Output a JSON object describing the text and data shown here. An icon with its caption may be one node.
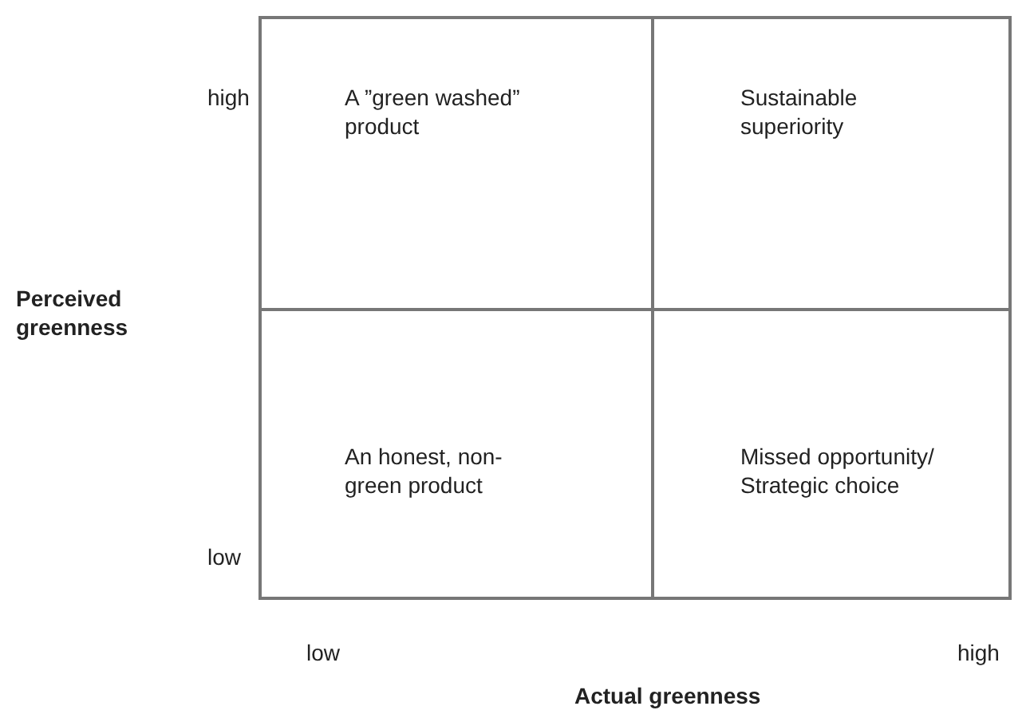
{
  "diagram": {
    "nodes": [
      {
        "text": [
          "A ”green washed” product"
        ]
      },
      {
        "text": [
          "Sustainable superiority"
        ]
      },
      {
        "text": [
          "An honest, non-green product"
        ]
      },
      {
        "text": [
          "Missed opportunity/ Strategic choice"
        ]
      }
    ],
    "labels": [
      "high",
      "Perceived greenness",
      "low",
      "low",
      "high",
      "Actual greenness"
    ]
  }
}
